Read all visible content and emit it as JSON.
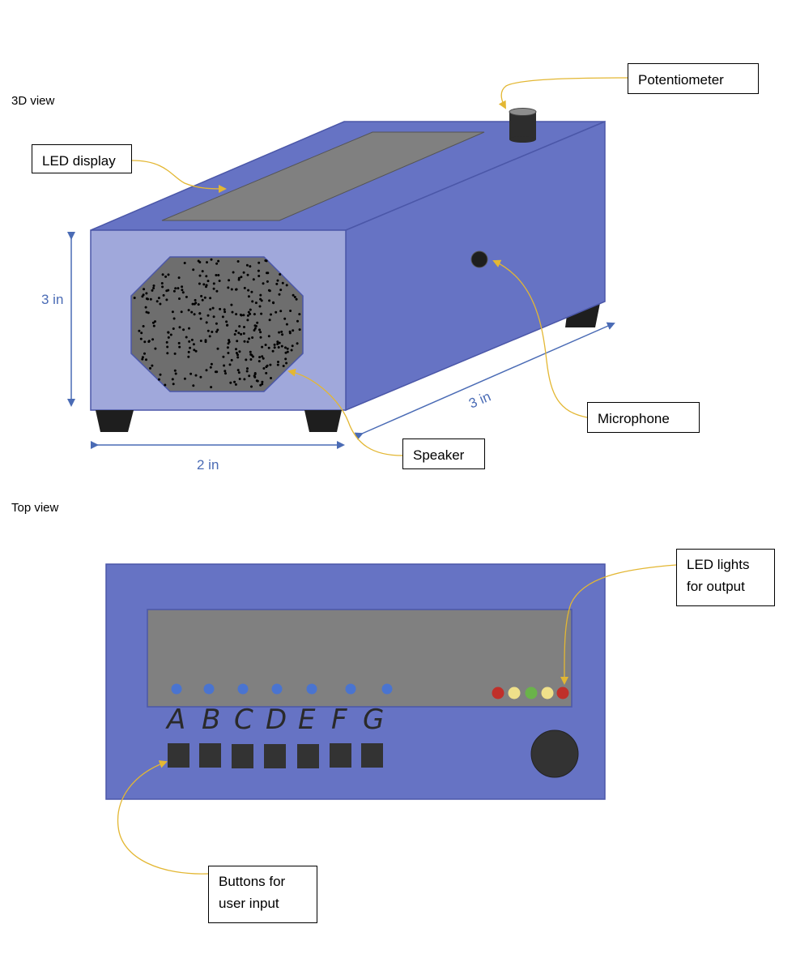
{
  "views": {
    "view_3d": "3D view",
    "view_top": "Top view"
  },
  "callouts": {
    "potentiometer": "Potentiometer",
    "led_display": "LED display",
    "microphone": "Microphone",
    "speaker": "Speaker",
    "led_lights": "LED lights for output",
    "buttons": "Buttons for user input"
  },
  "dimensions": {
    "height": "3 in",
    "width": "2 in",
    "depth": "3 in"
  },
  "button_letters": [
    "A",
    "B",
    "C",
    "D",
    "E",
    "F",
    "G"
  ],
  "colors": {
    "body": "#6673c4",
    "front_face": "#a0a8db",
    "display": "#808080",
    "speaker_grille": "#6e6e6e",
    "feet": "#1e1e1e",
    "arrow": "#e3b733",
    "dimension": "#4a6bb5",
    "button_dot": "#4a74d0",
    "led_colors": [
      "#c0302a",
      "#efe08a",
      "#6ab34a",
      "#efe08a",
      "#c0302a"
    ]
  }
}
